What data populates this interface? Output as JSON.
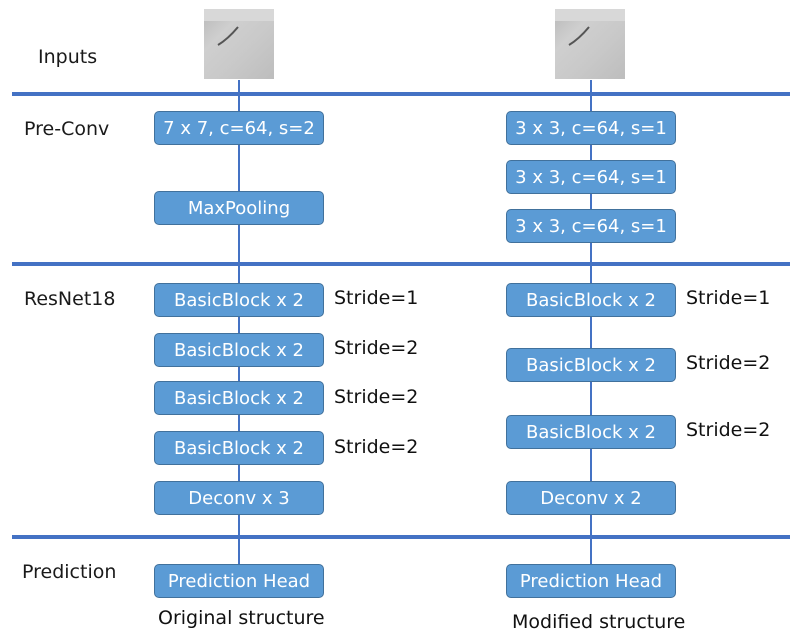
{
  "sections": {
    "inputs": "Inputs",
    "preconv": "Pre-Conv",
    "resnet": "ResNet18",
    "prediction": "Prediction"
  },
  "original": {
    "preconv": [
      "7 x 7, c=64, s=2",
      "MaxPooling"
    ],
    "resnet": [
      "BasicBlock x 2",
      "BasicBlock x 2",
      "BasicBlock x 2",
      "BasicBlock x 2"
    ],
    "strides": [
      "Stride=1",
      "Stride=2",
      "Stride=2",
      "Stride=2"
    ],
    "deconv": "Deconv x 3",
    "head": "Prediction Head",
    "caption": "Original structure"
  },
  "modified": {
    "preconv": [
      "3 x 3, c=64, s=1",
      "3 x 3, c=64, s=1",
      "3 x 3, c=64, s=1"
    ],
    "resnet": [
      "BasicBlock x 2",
      "BasicBlock x 2",
      "BasicBlock x 2"
    ],
    "strides": [
      "Stride=1",
      "Stride=2",
      "Stride=2"
    ],
    "deconv": "Deconv x 2",
    "head": "Prediction Head",
    "caption": "Modified structure"
  },
  "colors": {
    "box_fill": "#5b9bd5",
    "box_border": "#41719c",
    "line": "#4472c4"
  }
}
